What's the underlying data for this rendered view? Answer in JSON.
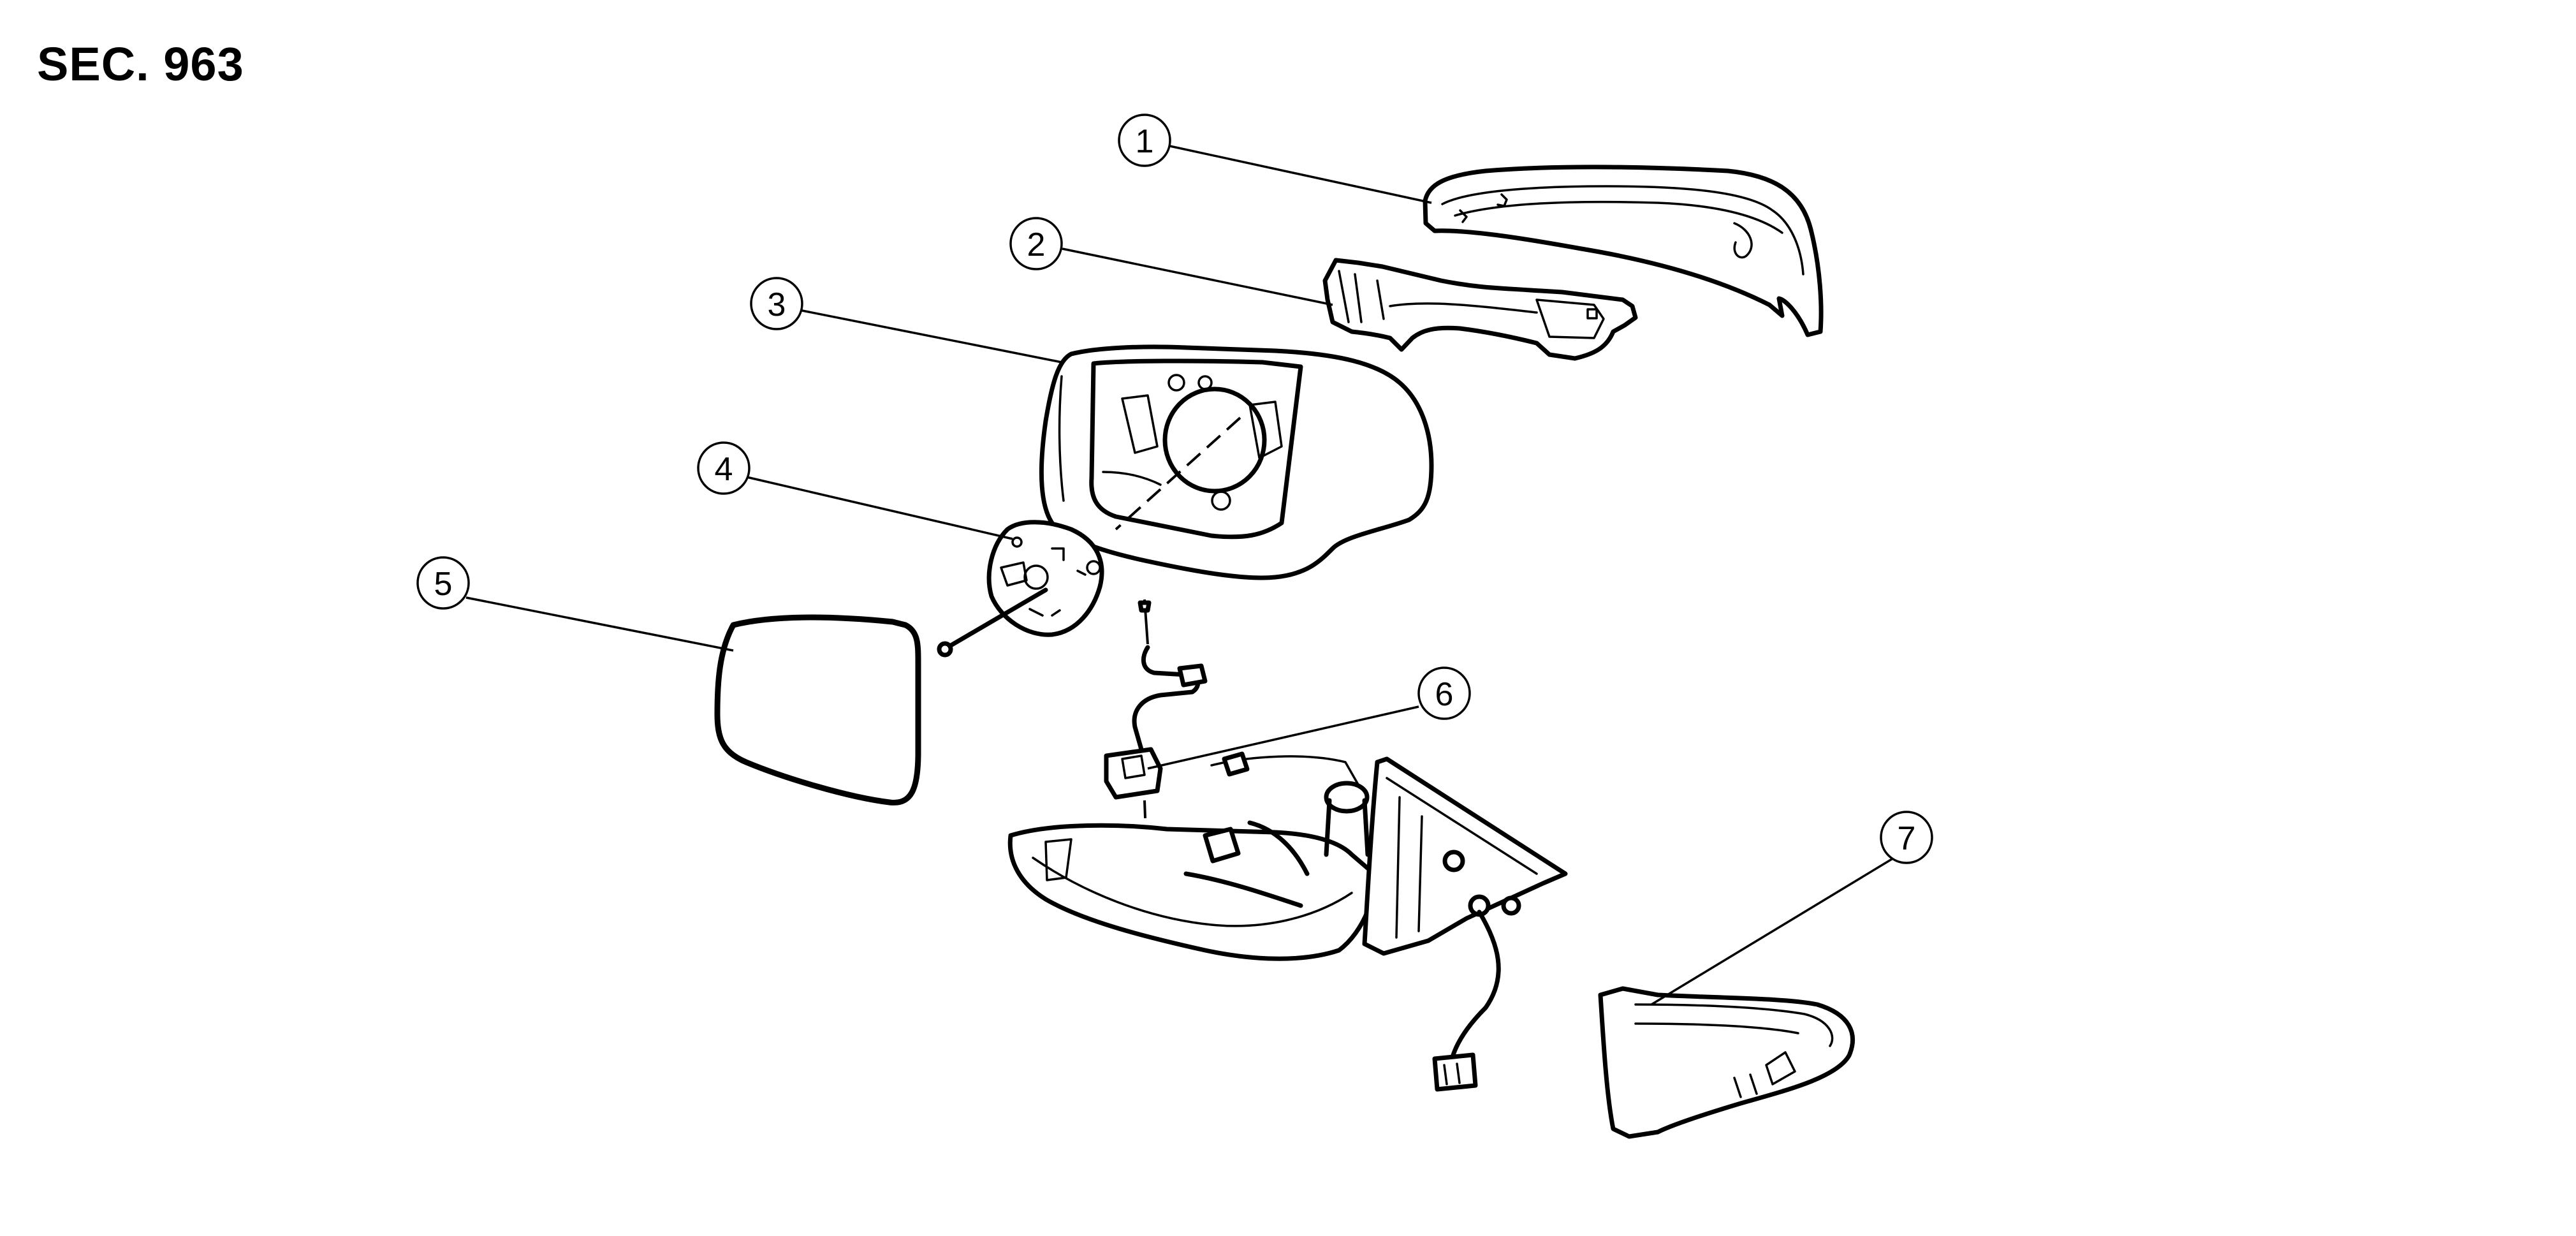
{
  "section_label": "SEC. 963",
  "callouts": [
    {
      "id": "callout-1",
      "number": "1"
    },
    {
      "id": "callout-2",
      "number": "2"
    },
    {
      "id": "callout-3",
      "number": "3"
    },
    {
      "id": "callout-4",
      "number": "4"
    },
    {
      "id": "callout-5",
      "number": "5"
    },
    {
      "id": "callout-6",
      "number": "6"
    },
    {
      "id": "callout-7",
      "number": "7"
    }
  ]
}
